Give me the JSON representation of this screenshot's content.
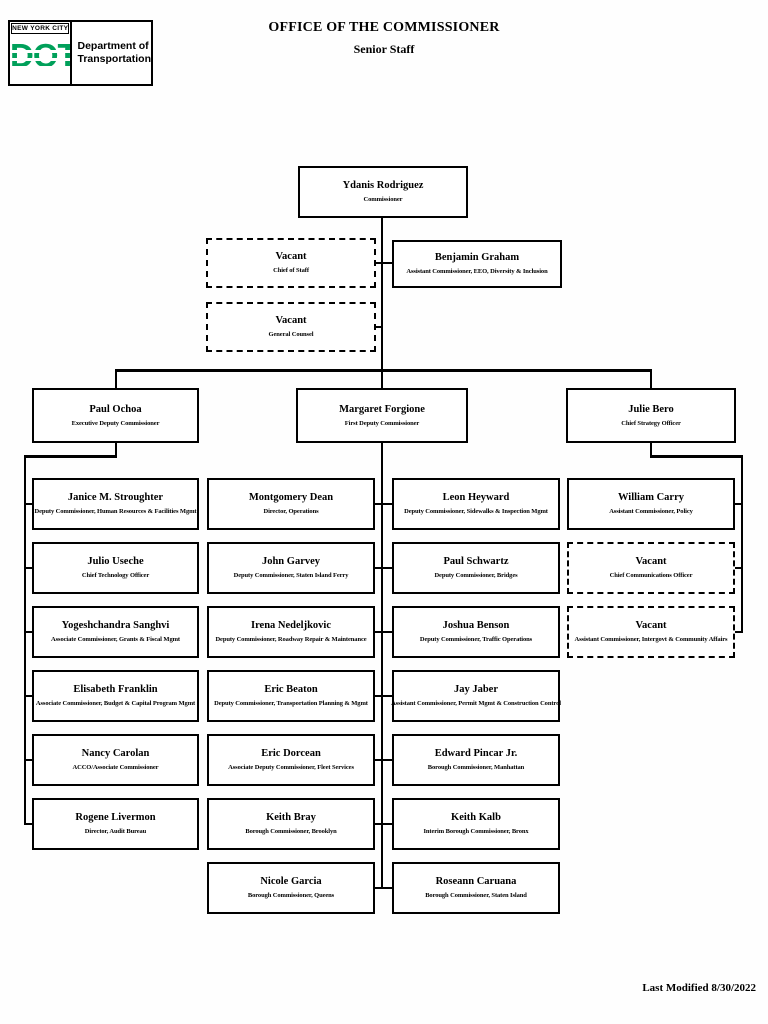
{
  "header": {
    "logo": {
      "top_text": "NEW YORK CITY",
      "dot_text": "DOT",
      "dept_line1": "Department of",
      "dept_line2": "Transportation",
      "green": "#00A05A"
    },
    "title_line1": "OFFICE OF THE COMMISSIONER",
    "title_line2": "Senior Staff"
  },
  "footer": {
    "last_modified": "Last Modified  8/30/2022"
  },
  "nodes": [
    {
      "name": "Ydanis Rodriguez",
      "title": "Commissioner",
      "vacant": false
    },
    {
      "name": "Vacant",
      "title": "Chief of Staff",
      "vacant": true
    },
    {
      "name": "Benjamin Graham",
      "title": "Assistant Commissioner, EEO, Diversity & Inclusion",
      "vacant": false
    },
    {
      "name": "Vacant",
      "title": "General Counsel",
      "vacant": true
    },
    {
      "name": "Paul Ochoa",
      "title": "Executive Deputy Commissioner",
      "vacant": false
    },
    {
      "name": "Margaret Forgione",
      "title": "First Deputy Commissioner",
      "vacant": false
    },
    {
      "name": "Julie Bero",
      "title": "Chief Strategy Officer",
      "vacant": false
    },
    {
      "name": "Janice M. Stroughter",
      "title": "Deputy Commissioner, Human Resources & Facilities Mgmt",
      "vacant": false
    },
    {
      "name": "Julio Useche",
      "title": "Chief Technology Officer",
      "vacant": false
    },
    {
      "name": "Yogeshchandra Sanghvi",
      "title": "Associate Commissioner, Grants & Fiscal Mgmt",
      "vacant": false
    },
    {
      "name": "Elisabeth Franklin",
      "title": "Associate Commissioner, Budget & Capital Program Mgmt",
      "vacant": false
    },
    {
      "name": "Nancy Carolan",
      "title": "ACCO/Associate Commissioner",
      "vacant": false
    },
    {
      "name": "Rogene Livermon",
      "title": "Director, Audit Bureau",
      "vacant": false
    },
    {
      "name": "Montgomery Dean",
      "title": "Director, Operations",
      "vacant": false
    },
    {
      "name": "John Garvey",
      "title": "Deputy Commissioner, Staten Island Ferry",
      "vacant": false
    },
    {
      "name": "Irena Nedeljkovic",
      "title": "Deputy Commissioner, Roadway Repair & Maintenance",
      "vacant": false
    },
    {
      "name": "Eric Beaton",
      "title": "Deputy Commissioner, Transportation Planning & Mgmt",
      "vacant": false
    },
    {
      "name": "Eric Dorcean",
      "title": "Associate Deputy Commissioner, Fleet Services",
      "vacant": false
    },
    {
      "name": "Keith Bray",
      "title": "Borough Commissioner, Brooklyn",
      "vacant": false
    },
    {
      "name": "Nicole Garcia",
      "title": "Borough Commissioner, Queens",
      "vacant": false
    },
    {
      "name": "Leon Heyward",
      "title": "Deputy Commissioner, Sidewalks & Inspection Mgmt",
      "vacant": false
    },
    {
      "name": "Paul Schwartz",
      "title": "Deputy Commissioner, Bridges",
      "vacant": false
    },
    {
      "name": "Joshua Benson",
      "title": "Deputy Commissioner, Traffic Operations",
      "vacant": false
    },
    {
      "name": "Jay Jaber",
      "title": "Assistant Commissioner, Permit Mgmt & Construction Control",
      "vacant": false
    },
    {
      "name": "Edward Pincar Jr.",
      "title": "Borough Commissioner, Manhattan",
      "vacant": false
    },
    {
      "name": "Keith Kalb",
      "title": "Interim Borough Commissioner, Bronx",
      "vacant": false
    },
    {
      "name": "Roseann Caruana",
      "title": "Borough Commissioner, Staten Island",
      "vacant": false
    },
    {
      "name": "William Carry",
      "title": "Assistant Commissioner, Policy",
      "vacant": false
    },
    {
      "name": "Vacant",
      "title": "Chief Communications Officer",
      "vacant": true
    },
    {
      "name": "Vacant",
      "title": "Assistant Commissioner, Intergovt & Community Affairs",
      "vacant": true
    }
  ]
}
